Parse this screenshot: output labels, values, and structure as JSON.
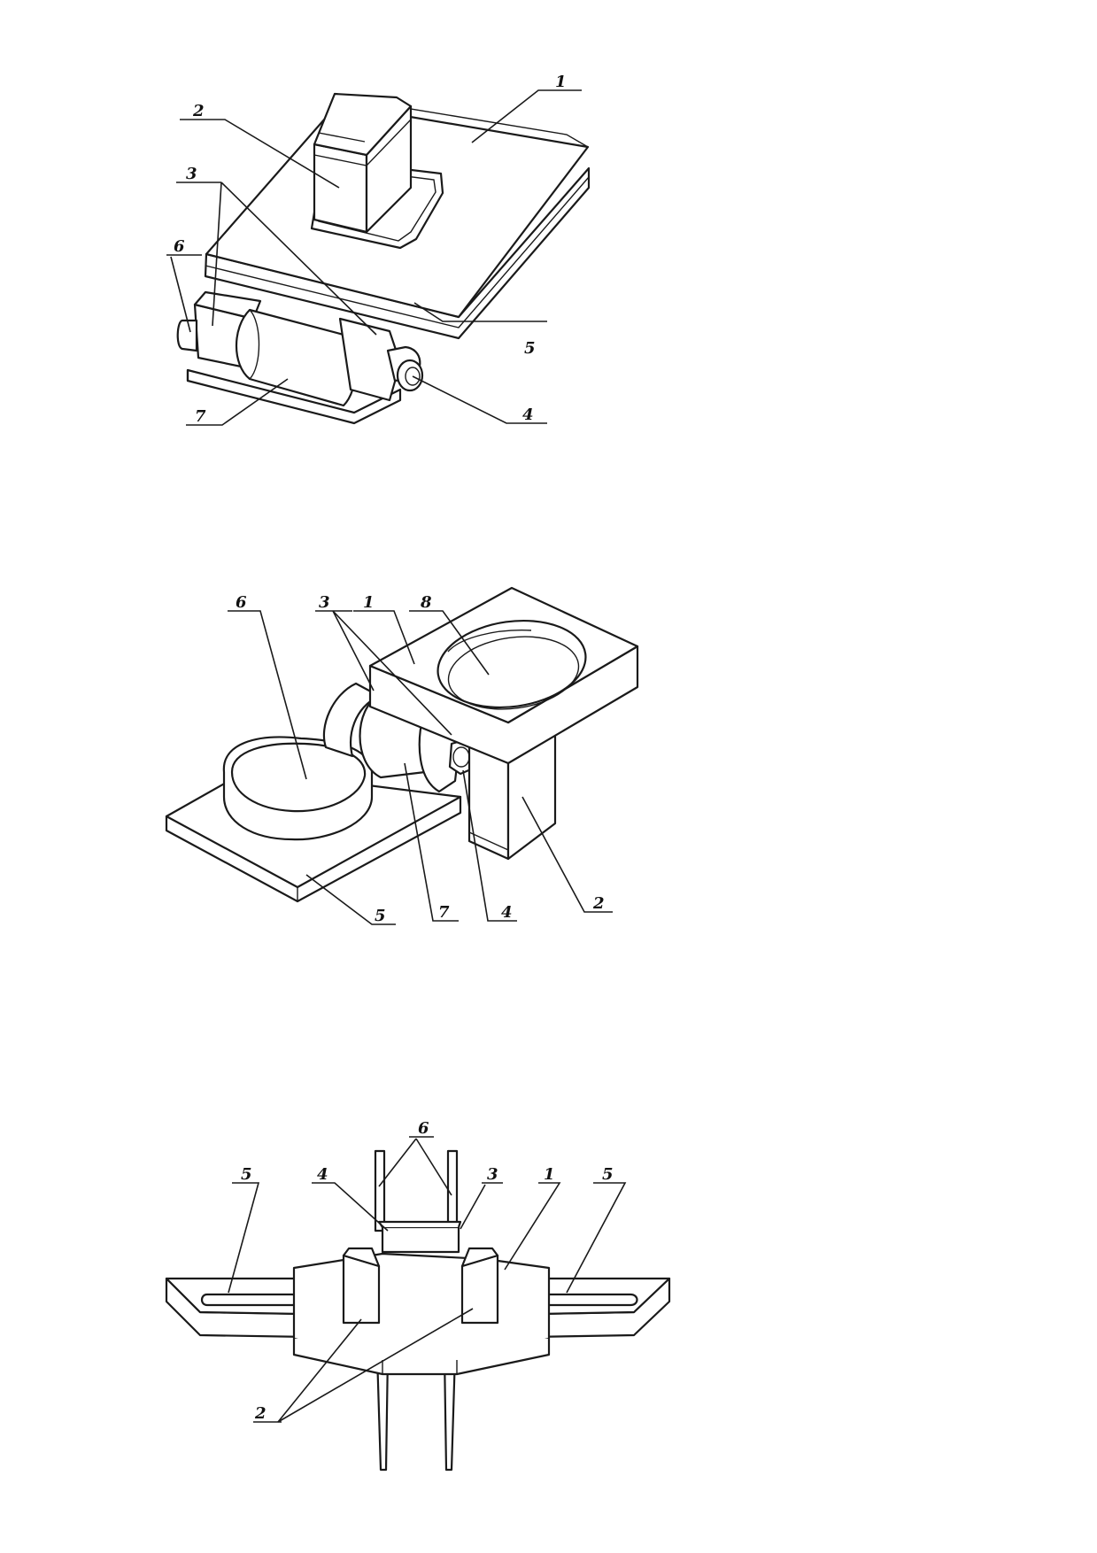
{
  "figures": [
    {
      "name": "figure-1",
      "callouts": [
        "1",
        "2",
        "3",
        "6",
        "5",
        "4",
        "7"
      ]
    },
    {
      "name": "figure-2",
      "callouts": [
        "6",
        "3",
        "1",
        "8",
        "5",
        "7",
        "4",
        "2"
      ]
    },
    {
      "name": "figure-3",
      "callouts": [
        "6",
        "4",
        "3",
        "1",
        "5",
        "5",
        "2"
      ]
    }
  ],
  "colors": {
    "line": "#1a1a1a",
    "paper": "#ffffff"
  }
}
